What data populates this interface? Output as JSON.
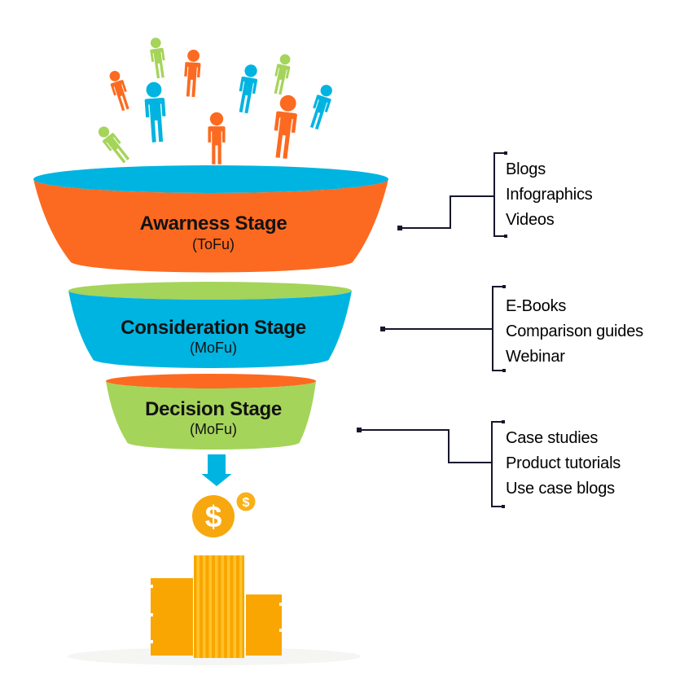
{
  "diagram": {
    "stages": [
      {
        "title": "Awarness Stage",
        "subtitle": "(ToFu)",
        "body_color": "#FC6A21",
        "rim_color": "#00B4E1"
      },
      {
        "title": "Consideration Stage",
        "subtitle": "(MoFu)",
        "body_color": "#00B4E1",
        "rim_color": "#A5D45A"
      },
      {
        "title": "Decision Stage",
        "subtitle": "(MoFu)",
        "body_color": "#A5D45A",
        "rim_color": "#FC6A21"
      }
    ],
    "annotation_groups": [
      {
        "items": [
          "Blogs",
          "Infographics",
          "Videos"
        ]
      },
      {
        "items": [
          "E-Books",
          "Comparison guides",
          "Webinar"
        ]
      },
      {
        "items": [
          "Case studies",
          "Product tutorials",
          "Use case blogs"
        ]
      }
    ],
    "coin_symbol_large": "$",
    "coin_symbol_small": "$",
    "colors": {
      "orange": "#FC6A21",
      "blue": "#00B4E1",
      "green": "#A5D45A",
      "coin_gold": "#F7A80E",
      "stack_gold": "#F9A602",
      "stack_gold_light": "#FFC32B",
      "line": "#16162D",
      "shadow": "#F5F5F3"
    }
  }
}
